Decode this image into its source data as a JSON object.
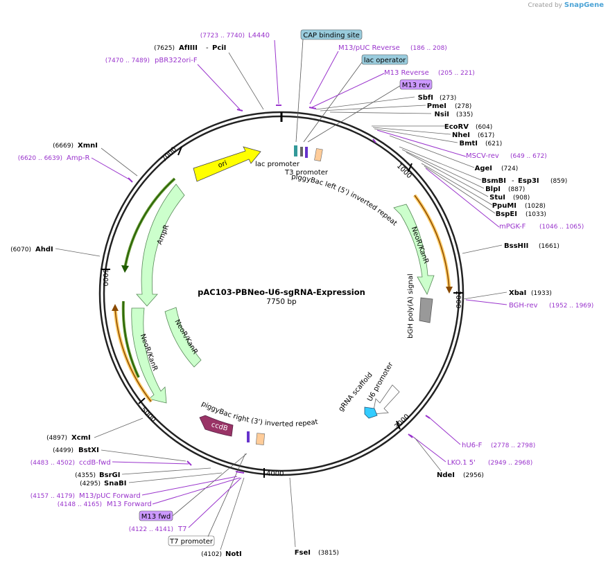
{
  "credit": {
    "prefix": "Created by",
    "brand": "SnapGene"
  },
  "map": {
    "name": "pAC103-PBNeo-U6-sgRNA-Expression",
    "length": "7750 bp"
  },
  "ticks": [
    "1000",
    "2000",
    "3000",
    "4000",
    "5000",
    "6000",
    "7000"
  ],
  "enzymes": [
    {
      "name": "AfIIII",
      "name2": "PciI",
      "pos": "(7625)"
    },
    {
      "name": "SbfI",
      "pos": "(273)"
    },
    {
      "name": "PmeI",
      "pos": "(278)"
    },
    {
      "name": "NsiI",
      "pos": "(335)"
    },
    {
      "name": "EcoRV",
      "pos": "(604)"
    },
    {
      "name": "NheI",
      "pos": "(617)"
    },
    {
      "name": "BmtI",
      "pos": "(621)"
    },
    {
      "name": "AgeI",
      "pos": "(724)"
    },
    {
      "name": "BsmBI",
      "name2": "Esp3I",
      "pos": "(859)"
    },
    {
      "name": "BlpI",
      "pos": "(887)"
    },
    {
      "name": "StuI",
      "pos": "(908)"
    },
    {
      "name": "PpuMI",
      "pos": "(1028)"
    },
    {
      "name": "BspEI",
      "pos": "(1033)"
    },
    {
      "name": "BssHII",
      "pos": "(1661)"
    },
    {
      "name": "XbaI",
      "pos": "(1933)"
    },
    {
      "name": "NdeI",
      "pos": "(2956)"
    },
    {
      "name": "FseI",
      "pos": "(3815)"
    },
    {
      "name": "NotI",
      "pos": "(4102)"
    },
    {
      "name": "SnaBI",
      "pos": "(4295)"
    },
    {
      "name": "BsrGI",
      "pos": "(4355)"
    },
    {
      "name": "BstXI",
      "pos": "(4499)"
    },
    {
      "name": "XcmI",
      "pos": "(4897)"
    },
    {
      "name": "AhdI",
      "pos": "(6070)"
    },
    {
      "name": "XmnI",
      "pos": "(6669)"
    }
  ],
  "primers": [
    {
      "name": "L4440",
      "range": "(7723 .. 7740)"
    },
    {
      "name": "pBR322ori-F",
      "range": "(7470 .. 7489)"
    },
    {
      "name": "M13/pUC Reverse",
      "range": "(186 .. 208)"
    },
    {
      "name": "M13 Reverse",
      "range": "(205 .. 221)"
    },
    {
      "name": "MSCV-rev",
      "range": "(649 .. 672)"
    },
    {
      "name": "mPGK-F",
      "range": "(1046 .. 1065)"
    },
    {
      "name": "BGH-rev",
      "range": "(1952 .. 1969)"
    },
    {
      "name": "hU6-F",
      "range": "(2778 .. 2798)"
    },
    {
      "name": "LKO.1 5'",
      "range": "(2949 .. 2968)"
    },
    {
      "name": "ccdB-fwd",
      "range": "(4483 .. 4502)"
    },
    {
      "name": "M13/pUC Forward",
      "range": "(4157 .. 4179)"
    },
    {
      "name": "M13 Forward",
      "range": "(4148 .. 4165)"
    },
    {
      "name": "T7",
      "range": "(4122 .. 4141)"
    },
    {
      "name": "Amp-R",
      "range": "(6620 .. 6639)"
    }
  ],
  "boxes": {
    "cap": "CAP binding site",
    "lacop": "lac operator",
    "m13rev": "M13 rev",
    "m13fwd": "M13 fwd",
    "t7prom": "T7 promoter"
  },
  "features": {
    "ori": "ori",
    "ampr": "AmpR",
    "neo1": "NeoR/KanR",
    "neo2": "NeoR/KanR",
    "neo3": "NeoR/KanR",
    "bgh": "bGH poly(A) signal",
    "u6": "U6 promoter",
    "grna": "gRNA scaffold",
    "pbleft": "piggyBac left (5') inverted repeat",
    "pbright": "piggyBac right (3') inverted repeat",
    "lacprom": "lac promoter",
    "t3prom": "T3 promoter",
    "ccdb": "ccdB"
  },
  "colors": {
    "enzyme": "#000000",
    "primer": "#9933cc",
    "feature_green": "#ccffcc",
    "ori_yellow": "#ffff00",
    "orf_orange": "#ff9900",
    "ccdb": "#993366",
    "box_blue": "#99ccdd",
    "box_purple": "#cc99ff",
    "u6_cyan": "#33ccff",
    "polya": "#999999"
  }
}
